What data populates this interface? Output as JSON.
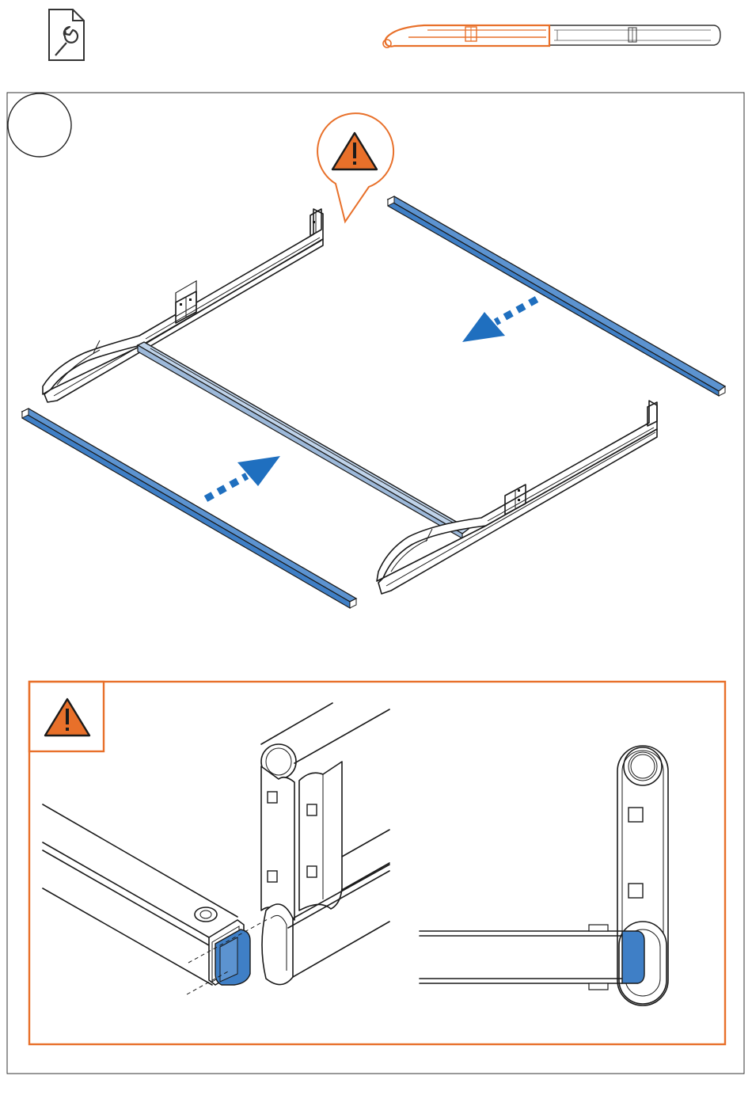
{
  "page": {
    "step_number": "",
    "colors": {
      "accent_orange": "#E8702A",
      "part_blue": "#3F7FC6",
      "crossbar_blue": "#BFD3EA",
      "arrow_blue": "#1F6FBF",
      "line": "#1a1a1a"
    }
  },
  "header": {
    "manual_icon": "wrench-document-icon",
    "product_overview": "bed-frame-side-rail-overview"
  },
  "main_panel": {
    "warning_callout_icon": "warning-triangle-icon",
    "parts": [
      "left-side-rail",
      "right-side-rail",
      "center-crossbar",
      "blue-slat-left",
      "blue-slat-right"
    ],
    "arrows": [
      "insert-arrow-left",
      "insert-arrow-right"
    ]
  },
  "detail_panel": {
    "warning_icon": "warning-triangle-icon",
    "views": [
      "connector-perspective-detail",
      "connector-top-detail"
    ]
  }
}
